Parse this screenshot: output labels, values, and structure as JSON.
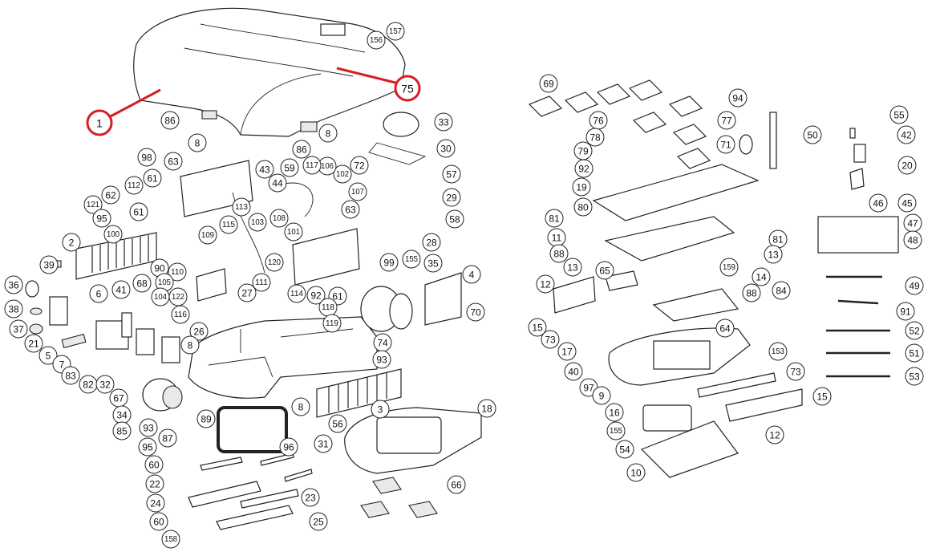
{
  "diagram": {
    "highlight_color": "#d42020",
    "line_color": "#222222",
    "highlighted_callouts": [
      "1",
      "75"
    ],
    "left_assembly_callouts": [
      "157",
      "156",
      "75",
      "1",
      "86",
      "8",
      "86",
      "8",
      "33",
      "30",
      "57",
      "29",
      "58",
      "28",
      "72",
      "102",
      "107",
      "106",
      "117",
      "59",
      "43",
      "44",
      "63",
      "98",
      "61",
      "112",
      "62",
      "121",
      "61",
      "95",
      "100",
      "113",
      "115",
      "103",
      "108",
      "109",
      "101",
      "63",
      "99",
      "155",
      "35",
      "4",
      "70",
      "2",
      "39",
      "36",
      "38",
      "37",
      "6",
      "41",
      "68",
      "21",
      "5",
      "7",
      "83",
      "82",
      "32",
      "67",
      "90",
      "110",
      "105",
      "104",
      "122",
      "116",
      "27",
      "26",
      "8",
      "111",
      "120",
      "114",
      "92",
      "61",
      "118",
      "119",
      "74",
      "93",
      "8",
      "3",
      "18",
      "56",
      "89",
      "34",
      "85",
      "93",
      "87",
      "95",
      "96",
      "31",
      "60",
      "22",
      "24",
      "23",
      "60",
      "25",
      "158",
      "66"
    ],
    "right_assembly_callouts": [
      "69",
      "94",
      "55",
      "76",
      "77",
      "42",
      "78",
      "71",
      "50",
      "79",
      "92",
      "20",
      "19",
      "80",
      "46",
      "45",
      "47",
      "81",
      "11",
      "81",
      "48",
      "88",
      "13",
      "159",
      "13",
      "65",
      "14",
      "12",
      "84",
      "88",
      "49",
      "15",
      "64",
      "91",
      "73",
      "52",
      "17",
      "153",
      "51",
      "40",
      "73",
      "53",
      "97",
      "9",
      "15",
      "16",
      "155",
      "12",
      "54",
      "10"
    ]
  }
}
